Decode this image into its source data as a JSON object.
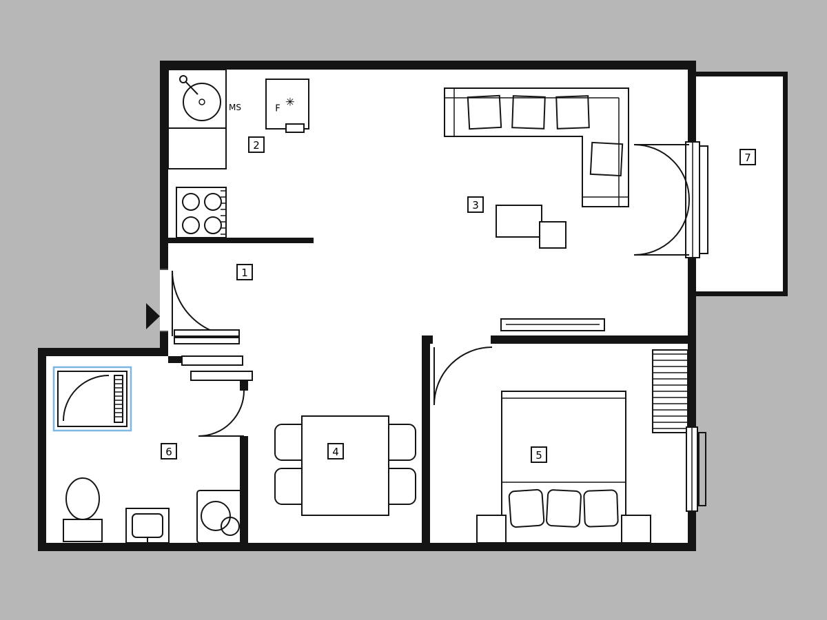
{
  "diagram": {
    "type": "apartment-floor-plan",
    "colors": {
      "bg": "#b7b7b7",
      "wall": "#141414",
      "floor": "#ffffff",
      "highlight": "#7ab7e3"
    }
  },
  "labels": {
    "room_numbers": [
      "1",
      "2",
      "3",
      "4",
      "5",
      "6",
      "7"
    ],
    "kitchen": {
      "ms": "MS",
      "fridge": "F",
      "fridge_symbol": "✳"
    }
  }
}
